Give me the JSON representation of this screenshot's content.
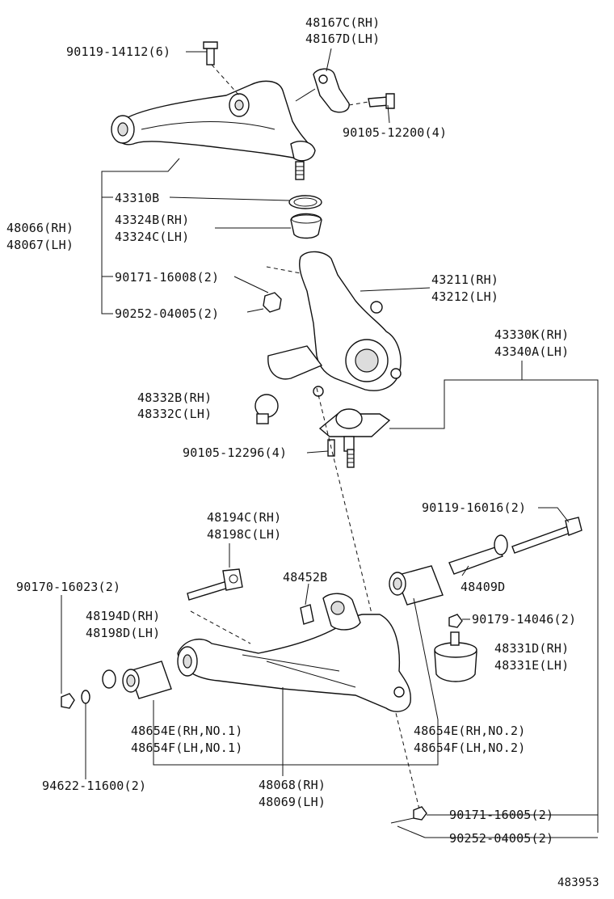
{
  "labels": {
    "l_90119_14112": "90119-14112(6)",
    "l_48167c": "48167C(RH)",
    "l_48167d": "48167D(LH)",
    "l_90105_12200": "90105-12200(4)",
    "l_43310b": "43310B",
    "l_48066": "48066(RH)",
    "l_48067": "48067(LH)",
    "l_43324b": "43324B(RH)",
    "l_43324c": "43324C(LH)",
    "l_90171_16008": "90171-16008(2)",
    "l_43211": "43211(RH)",
    "l_43212": "43212(LH)",
    "l_90252_04005a": "90252-04005(2)",
    "l_43330k": "43330K(RH)",
    "l_43340a": "43340A(LH)",
    "l_48332b": "48332B(RH)",
    "l_48332c": "48332C(LH)",
    "l_90105_12296": "90105-12296(4)",
    "l_90119_16016": "90119-16016(2)",
    "l_48194c": "48194C(RH)",
    "l_48198c": "48198C(LH)",
    "l_48409d": "48409D",
    "l_48452b": "48452B",
    "l_90170_16023": "90170-16023(2)",
    "l_48194d": "48194D(RH)",
    "l_48198d": "48198D(LH)",
    "l_90179_14046": "90179-14046(2)",
    "l_48331d": "48331D(RH)",
    "l_48331e": "48331E(LH)",
    "l_48654e_1": "48654E(RH,NO.1)",
    "l_48654f_1": "48654F(LH,NO.1)",
    "l_48654e_2": "48654E(RH,NO.2)",
    "l_48654f_2": "48654F(LH,NO.2)",
    "l_94622": "94622-11600(2)",
    "l_48068": "48068(RH)",
    "l_48069": "48069(LH)",
    "l_90171_16005": "90171-16005(2)",
    "l_90252_04005b": "90252-04005(2)",
    "l_ref": "483953"
  }
}
